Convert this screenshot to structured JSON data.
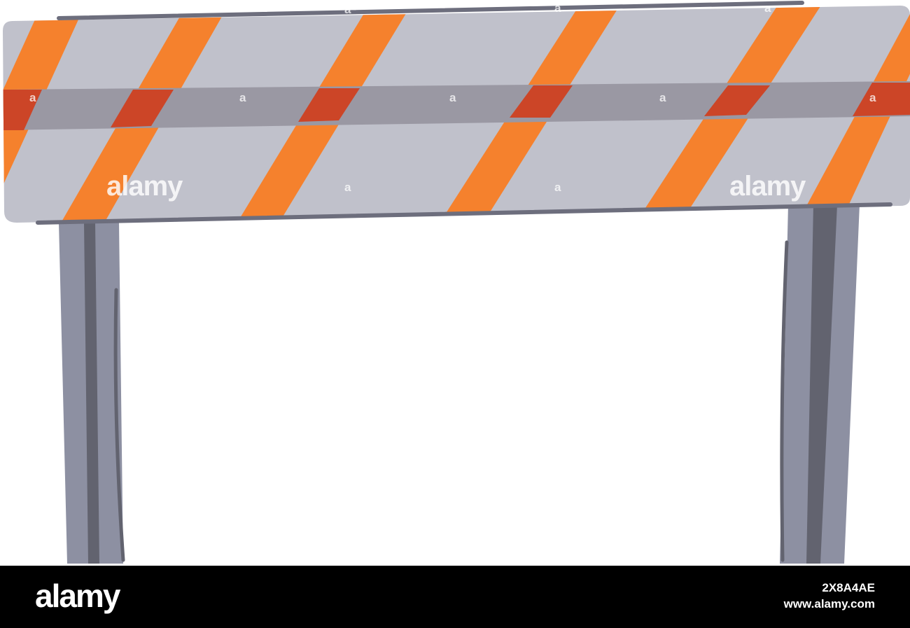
{
  "image": {
    "subject": "road barrier",
    "colors": {
      "panel": "#c0c1cb",
      "stripe": "#f5812d",
      "band": "#9a98a3",
      "band_stripe": "#cc4527",
      "leg": "#8d90a2",
      "leg_shadow": "#62636f",
      "outline": "#6d6e7d",
      "footer_bg": "#000000"
    }
  },
  "watermark": {
    "brand": "alamy",
    "mark": "a"
  },
  "footer": {
    "logo": "alamy",
    "image_id": "2X8A4AE",
    "site": "www.alamy.com"
  }
}
